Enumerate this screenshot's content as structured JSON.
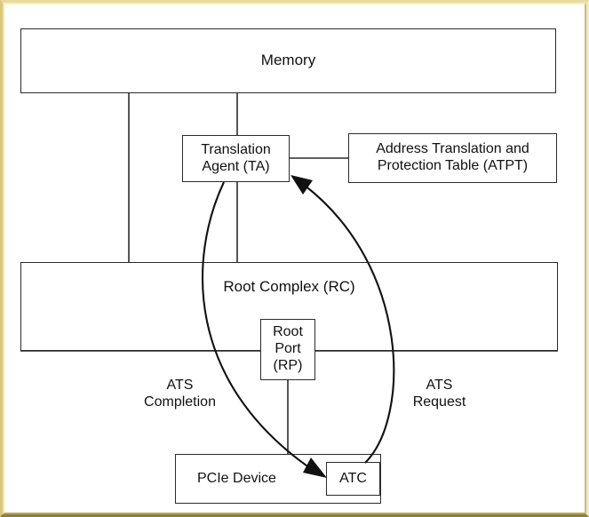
{
  "diagram": {
    "title_present": false,
    "background_color": "#ffffff",
    "line_color": "#2b2b2b",
    "frame_color": "#b9a84f",
    "nodes": {
      "memory": {
        "label": "Memory"
      },
      "translation_agent": {
        "label": "Translation\nAgent (TA)"
      },
      "atpt": {
        "label": "Address Translation and\nProtection Table (ATPT)"
      },
      "root_complex": {
        "label": "Root Complex (RC)"
      },
      "root_port": {
        "label": "Root\nPort\n(RP)"
      },
      "pcie_device": {
        "label": "PCIe Device"
      },
      "atc": {
        "label": "ATC"
      }
    },
    "arrow_labels": {
      "completion": "ATS\nCompletion",
      "request": "ATS\nRequest"
    },
    "connections": [
      {
        "from": "memory",
        "to": "root_complex",
        "style": "line"
      },
      {
        "from": "memory",
        "to": "translation_agent",
        "style": "line"
      },
      {
        "from": "translation_agent",
        "to": "atpt",
        "style": "line"
      },
      {
        "from": "translation_agent",
        "to": "root_complex",
        "style": "line"
      },
      {
        "from": "root_port",
        "to": "pcie_device",
        "style": "line"
      },
      {
        "from": "translation_agent",
        "to": "atc",
        "style": "curved-arrow",
        "label": "ATS\nCompletion"
      },
      {
        "from": "atc",
        "to": "translation_agent",
        "style": "curved-arrow",
        "label": "ATS\nRequest"
      }
    ]
  }
}
